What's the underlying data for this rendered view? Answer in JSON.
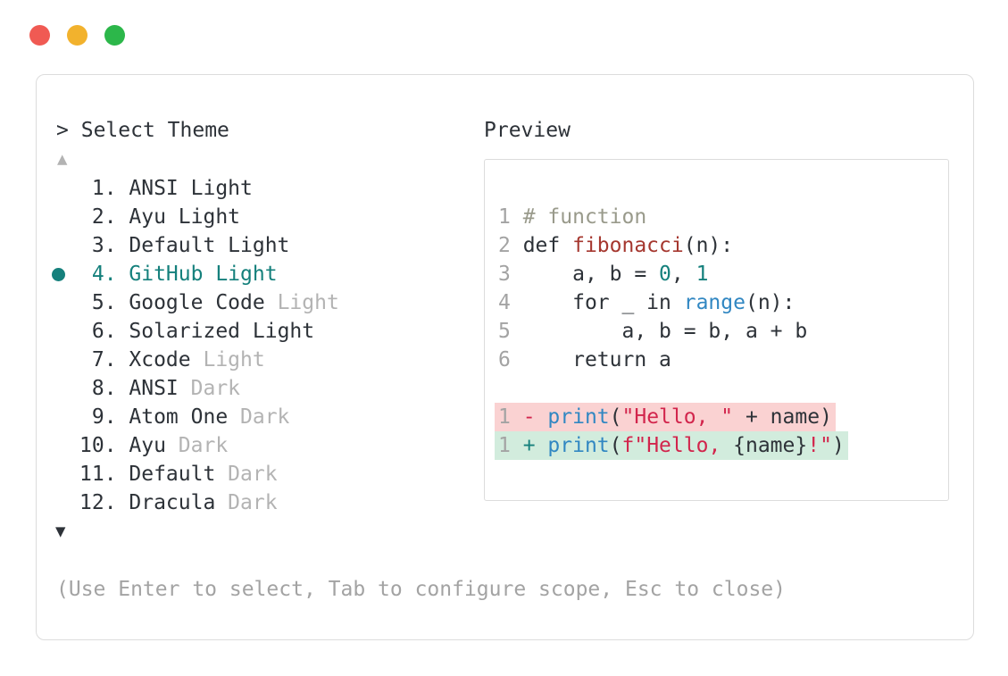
{
  "colors": {
    "dark": "#2d3238",
    "gray": "#a3a3a3",
    "gray_light": "#b3b3b3",
    "teal": "#15807c",
    "blue": "#3187c2",
    "red_func": "#a5372f",
    "crimson": "#d2254c",
    "comment": "#999a8b",
    "bg_removed": "#fad2d2",
    "bg_added": "#d2ecdd",
    "border": "#dcdcdc",
    "tl_red": "#f05a53",
    "tl_yellow": "#f2b22d",
    "tl_green": "#2cb74a"
  },
  "window": {
    "controls": [
      {
        "name": "close",
        "color_key": "tl_red"
      },
      {
        "name": "minimize",
        "color_key": "tl_yellow"
      },
      {
        "name": "zoom",
        "color_key": "tl_green"
      }
    ]
  },
  "panel": {
    "prompt_symbol": ">",
    "prompt_title": "Select Theme",
    "scroll_up": "▲",
    "scroll_down": "▼",
    "help_text": "(Use Enter to select, Tab to configure scope, Esc to close)"
  },
  "theme_list": {
    "selected_index": 3,
    "items": [
      {
        "number": " 1.",
        "name": "ANSI",
        "variant": "Light",
        "variant_muted": false,
        "selected": false
      },
      {
        "number": " 2.",
        "name": "Ayu",
        "variant": "Light",
        "variant_muted": false,
        "selected": false
      },
      {
        "number": " 3.",
        "name": "Default",
        "variant": "Light",
        "variant_muted": false,
        "selected": false
      },
      {
        "number": " 4.",
        "name": "GitHub",
        "variant": "Light",
        "variant_muted": false,
        "selected": true
      },
      {
        "number": " 5.",
        "name": "Google Code",
        "variant": "Light",
        "variant_muted": true,
        "selected": false
      },
      {
        "number": " 6.",
        "name": "Solarized",
        "variant": "Light",
        "variant_muted": false,
        "selected": false
      },
      {
        "number": " 7.",
        "name": "Xcode",
        "variant": "Light",
        "variant_muted": true,
        "selected": false
      },
      {
        "number": " 8.",
        "name": "ANSI",
        "variant": "Dark",
        "variant_muted": true,
        "selected": false
      },
      {
        "number": " 9.",
        "name": "Atom One",
        "variant": "Dark",
        "variant_muted": true,
        "selected": false
      },
      {
        "number": "10.",
        "name": "Ayu",
        "variant": "Dark",
        "variant_muted": true,
        "selected": false
      },
      {
        "number": "11.",
        "name": "Default",
        "variant": "Dark",
        "variant_muted": true,
        "selected": false
      },
      {
        "number": "12.",
        "name": "Dracula",
        "variant": "Dark",
        "variant_muted": true,
        "selected": false
      }
    ]
  },
  "preview": {
    "label": "Preview",
    "lines": [
      {
        "diff": null,
        "tokens": [
          [
            "1 ",
            "muted"
          ],
          [
            "# function",
            "comment"
          ]
        ]
      },
      {
        "diff": null,
        "tokens": [
          [
            "2 ",
            "muted"
          ],
          [
            "def ",
            "plain"
          ],
          [
            "fibonacci",
            "func"
          ],
          [
            "(n):",
            "plain"
          ]
        ]
      },
      {
        "diff": null,
        "tokens": [
          [
            "3 ",
            "muted"
          ],
          [
            "    a, b = ",
            "plain"
          ],
          [
            "0",
            "num"
          ],
          [
            ", ",
            "plain"
          ],
          [
            "1",
            "num"
          ]
        ]
      },
      {
        "diff": null,
        "tokens": [
          [
            "4 ",
            "muted"
          ],
          [
            "    for _ in ",
            "plain"
          ],
          [
            "range",
            "builtin"
          ],
          [
            "(n):",
            "plain"
          ]
        ]
      },
      {
        "diff": null,
        "tokens": [
          [
            "5 ",
            "muted"
          ],
          [
            "        a, b = b, a + b",
            "plain"
          ]
        ]
      },
      {
        "diff": null,
        "tokens": [
          [
            "6 ",
            "muted"
          ],
          [
            "    return a",
            "plain"
          ]
        ]
      },
      {
        "diff": null,
        "tokens": []
      },
      {
        "diff": "del",
        "tokens": [
          [
            "1 ",
            "muted"
          ],
          [
            "- ",
            "crimson"
          ],
          [
            "print",
            "builtin"
          ],
          [
            "(",
            "plain"
          ],
          [
            "\"Hello, \"",
            "str"
          ],
          [
            " + name)",
            "plain"
          ]
        ]
      },
      {
        "diff": "add",
        "tokens": [
          [
            "1 ",
            "muted"
          ],
          [
            "+ ",
            "teal"
          ],
          [
            "print",
            "builtin"
          ],
          [
            "(",
            "plain"
          ],
          [
            "f\"Hello, ",
            "str"
          ],
          [
            "{name}",
            "plain"
          ],
          [
            "!\"",
            "str"
          ],
          [
            ")",
            "plain"
          ]
        ]
      }
    ]
  }
}
